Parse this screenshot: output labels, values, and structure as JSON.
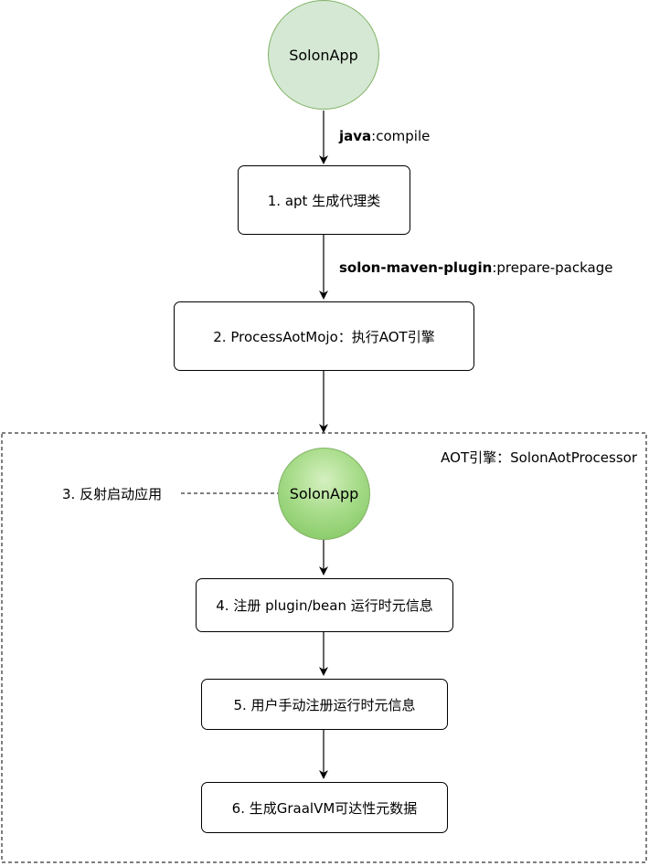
{
  "nodes": {
    "start": "SolonApp",
    "step1": "1. apt 生成代理类",
    "step2": "2. ProcessAotMojo：执行AOT引擎",
    "reflect_app": "SolonApp",
    "step3": "3. 反射启动应用",
    "step4": "4. 注册 plugin/bean 运行时元信息",
    "step5": "5. 用户手动注册运行时元信息",
    "step6": "6. 生成GraalVM可达性元数据"
  },
  "edges": {
    "compile_bold": "java",
    "compile_rest": ":compile",
    "package_bold": "solon-maven-plugin",
    "package_rest": ":prepare-package"
  },
  "container": {
    "label": "AOT引擎：SolonAotProcessor"
  },
  "colors": {
    "start_fill": "#d5e8d4",
    "start_stroke": "#82b366",
    "reflect_fill_gradient": "#7cc45c"
  }
}
